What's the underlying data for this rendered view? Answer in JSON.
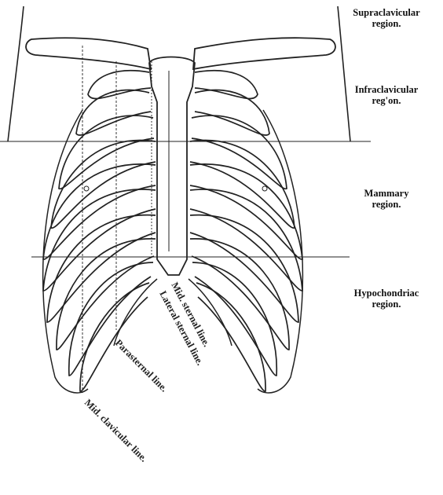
{
  "regions": [
    {
      "id": "supraclavicular",
      "line1": "Supraclavicular",
      "line2": "region."
    },
    {
      "id": "infraclavicular",
      "line1": "Infraclavicular",
      "line2": "reg'on."
    },
    {
      "id": "mammary",
      "line1": "Mammary",
      "line2": "region."
    },
    {
      "id": "hypochondriac",
      "line1": "Hypochondriac",
      "line2": "region."
    }
  ],
  "lines": {
    "mid_sternal": "Mid. sternal line.",
    "lateral_sternal": "Lateral sternal line.",
    "parasternal": "Parasternal line.",
    "mid_clavicular": "Mid. clavicular line."
  }
}
